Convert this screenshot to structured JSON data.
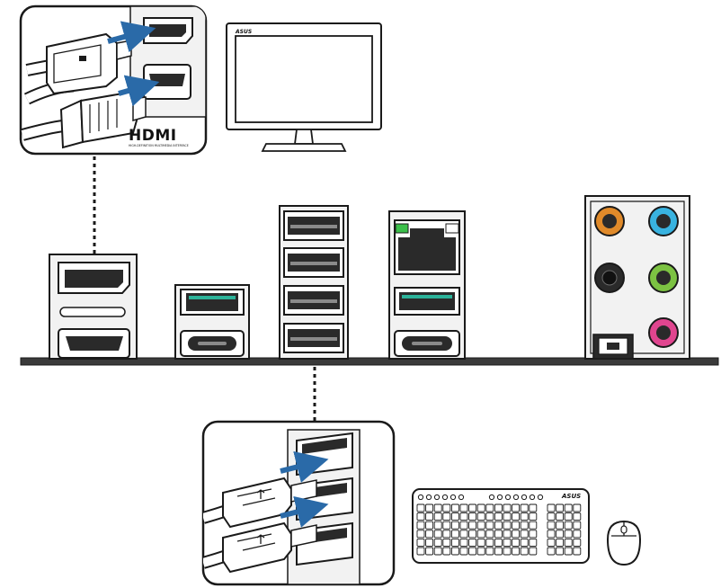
{
  "hdmi_callout": {
    "logo_text": "HDMI",
    "logo_subtext": "HIGH-DEFINITION MULTIMEDIA INTERFACE"
  },
  "monitor": {
    "brand": "ASUS"
  },
  "keyboard": {
    "brand": "ASUS"
  },
  "colors": {
    "outline": "#1a1a1a",
    "panel_fill": "#f2f2f2",
    "port_dark": "#2a2a2a",
    "port_tongue": "#8a8a8a",
    "arrow": "#2a6aa8",
    "usb_accent": "#2db39a",
    "lan_led_green": "#3bbf4a",
    "audio_orange": "#e08a2a",
    "audio_blue": "#39b3e0",
    "audio_black": "#2a2a2a",
    "audio_green": "#7cc242",
    "audio_pink": "#e0458f"
  }
}
